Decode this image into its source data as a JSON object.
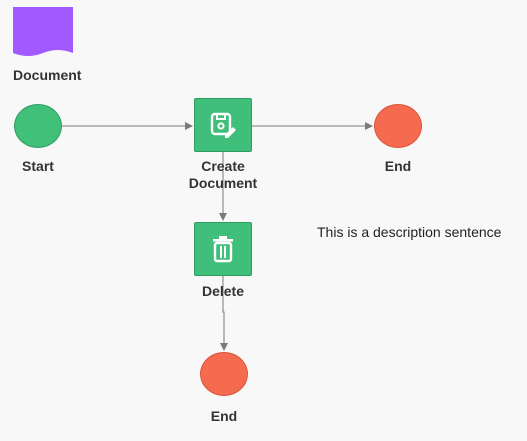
{
  "diagram": {
    "colors": {
      "background": "#f8f8f8",
      "document": "#a259ff",
      "start": "#41c07a",
      "end": "#f56b50",
      "task": "#3fbf7a",
      "task_border": "#2f9c61",
      "connector": "#7a7a7a",
      "text": "#333333"
    },
    "nodes": {
      "document": {
        "label": "Document",
        "icon": "document-shape-icon"
      },
      "start": {
        "label": "Start"
      },
      "create": {
        "label": "Create\nDocument",
        "icon": "save-edit-icon"
      },
      "end_right": {
        "label": "End"
      },
      "delete": {
        "label": "Delete",
        "icon": "trash-icon"
      },
      "end_bottom": {
        "label": "End"
      }
    },
    "description": "This is a description sentence"
  }
}
